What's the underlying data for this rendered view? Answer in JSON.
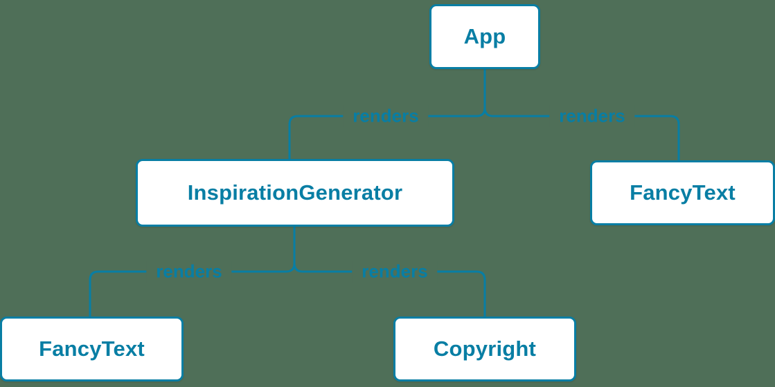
{
  "diagram": {
    "nodes": [
      {
        "id": "app",
        "label": "App"
      },
      {
        "id": "inspiration-generator",
        "label": "InspirationGenerator"
      },
      {
        "id": "fancy-text-top",
        "label": "FancyText"
      },
      {
        "id": "fancy-text-bottom",
        "label": "FancyText"
      },
      {
        "id": "copyright",
        "label": "Copyright"
      }
    ],
    "edges": [
      {
        "from": "App",
        "to": "InspirationGenerator",
        "label": "renders"
      },
      {
        "from": "App",
        "to": "FancyText",
        "label": "renders"
      },
      {
        "from": "InspirationGenerator",
        "to": "FancyText",
        "label": "renders"
      },
      {
        "from": "InspirationGenerator",
        "to": "Copyright",
        "label": "renders"
      }
    ],
    "colors": {
      "accent": "#087ea4",
      "node_background": "#ffffff",
      "page_background": "#4f6f58"
    }
  }
}
